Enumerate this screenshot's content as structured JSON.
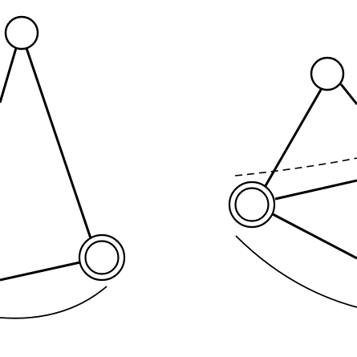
{
  "figure": {
    "background_color": "#ffffff",
    "stroke_color": "#000000"
  },
  "left_diagram": {
    "nodes": [
      {
        "id": "apex-node",
        "style": "single-circle"
      },
      {
        "id": "lower-node",
        "style": "double-circle"
      }
    ],
    "edges": [
      {
        "from": "apex-node",
        "to": "lower-node",
        "style": "solid"
      },
      {
        "from": "apex-node",
        "to": "off-left",
        "style": "solid"
      },
      {
        "from": "lower-node",
        "to": "off-left",
        "style": "solid"
      }
    ],
    "arc": {
      "style": "solid"
    }
  },
  "right_diagram": {
    "nodes": [
      {
        "id": "apex-node",
        "style": "single-circle"
      },
      {
        "id": "left-node",
        "style": "double-circle"
      }
    ],
    "edges": [
      {
        "from": "apex-node",
        "to": "left-node",
        "style": "solid"
      },
      {
        "from": "apex-node",
        "to": "off-right",
        "style": "solid"
      },
      {
        "from": "left-node",
        "to": "off-right-upper",
        "style": "solid"
      },
      {
        "from": "left-node",
        "to": "off-right-lower",
        "style": "solid"
      }
    ],
    "cut_line": {
      "style": "dashed"
    },
    "arc": {
      "style": "solid"
    }
  }
}
